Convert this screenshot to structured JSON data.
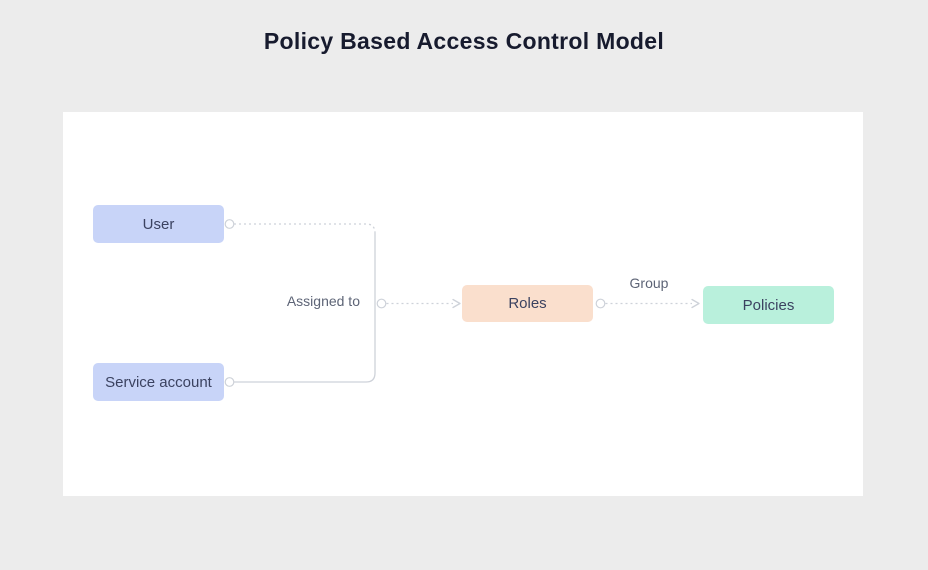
{
  "title": "Policy Based Access Control Model",
  "colors": {
    "page_background": "#ececec",
    "canvas_background": "#ffffff",
    "connector": "#ced2d9",
    "title_text": "#171b2e",
    "node_text": "#3b4260",
    "edge_label_text": "#5d6476"
  },
  "diagram": {
    "nodes": [
      {
        "id": "user",
        "label": "User",
        "fill": "#c8d4f8"
      },
      {
        "id": "service-account",
        "label": "Service account",
        "fill": "#c8d4f8"
      },
      {
        "id": "roles",
        "label": "Roles",
        "fill": "#fadfcd"
      },
      {
        "id": "policies",
        "label": "Policies",
        "fill": "#b9f0dc"
      }
    ],
    "edge_labels": {
      "assigned_to": "Assigned to",
      "group": "Group"
    }
  }
}
